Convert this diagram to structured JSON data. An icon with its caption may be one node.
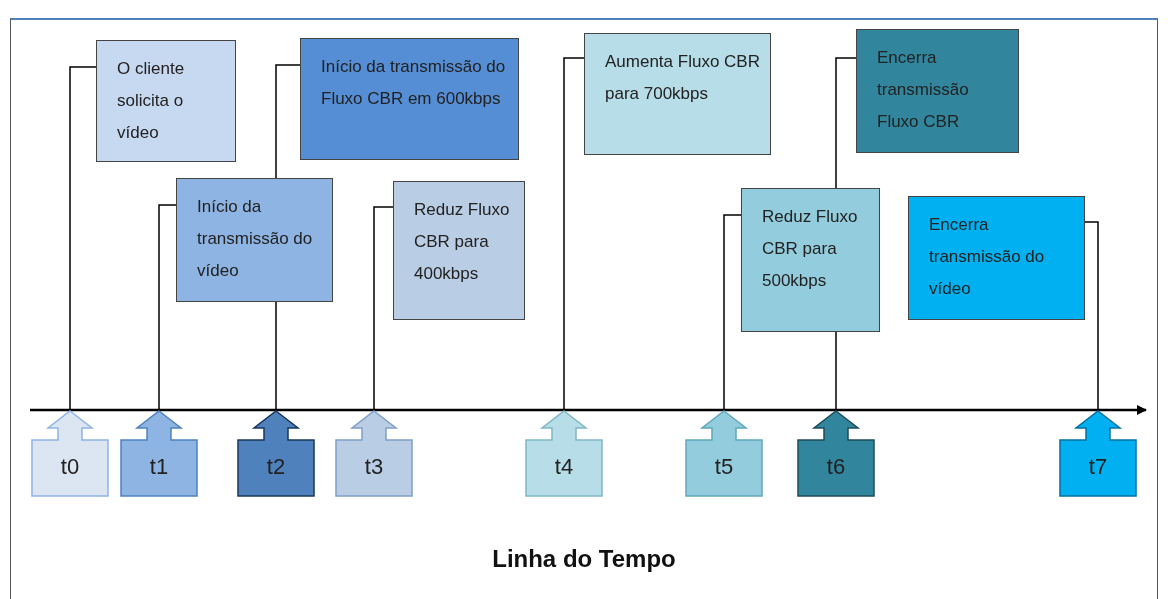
{
  "diagram": {
    "caption": "Linha do Tempo",
    "nodes": [
      {
        "text": [
          "O cliente solicita o vídeo"
        ]
      },
      {
        "text": [
          "Início da transmissão do vídeo"
        ]
      },
      {
        "text": [
          "Início da transmissão do Fluxo CBR em 600kbps"
        ]
      },
      {
        "text": [
          "Reduz Fluxo CBR para 400kbps"
        ]
      },
      {
        "text": [
          "Aumenta Fluxo CBR para 700kbps"
        ]
      },
      {
        "text": [
          "Reduz Fluxo CBR para 500kbps"
        ]
      },
      {
        "text": [
          "Encerra transmissão Fluxo CBR"
        ]
      },
      {
        "text": [
          "Encerra transmissão do vídeo"
        ]
      },
      {
        "text": [
          "t0"
        ]
      },
      {
        "text": [
          "t1"
        ]
      },
      {
        "text": [
          "t2"
        ]
      },
      {
        "text": [
          "t3"
        ]
      },
      {
        "text": [
          "t4"
        ]
      },
      {
        "text": [
          "t5"
        ]
      },
      {
        "text": [
          "t6"
        ]
      },
      {
        "text": [
          "t7"
        ]
      }
    ],
    "edges": [
      {
        "from": 8,
        "to": 0,
        "arrow": "none"
      },
      {
        "from": 9,
        "to": 1,
        "arrow": "none"
      },
      {
        "from": 10,
        "to": 2,
        "arrow": "none"
      },
      {
        "from": 11,
        "to": 3,
        "arrow": "none"
      },
      {
        "from": 12,
        "to": 4,
        "arrow": "none"
      },
      {
        "from": 13,
        "to": 5,
        "arrow": "none"
      },
      {
        "from": 14,
        "to": 6,
        "arrow": "none"
      },
      {
        "from": 15,
        "to": 7,
        "arrow": "none"
      }
    ]
  }
}
